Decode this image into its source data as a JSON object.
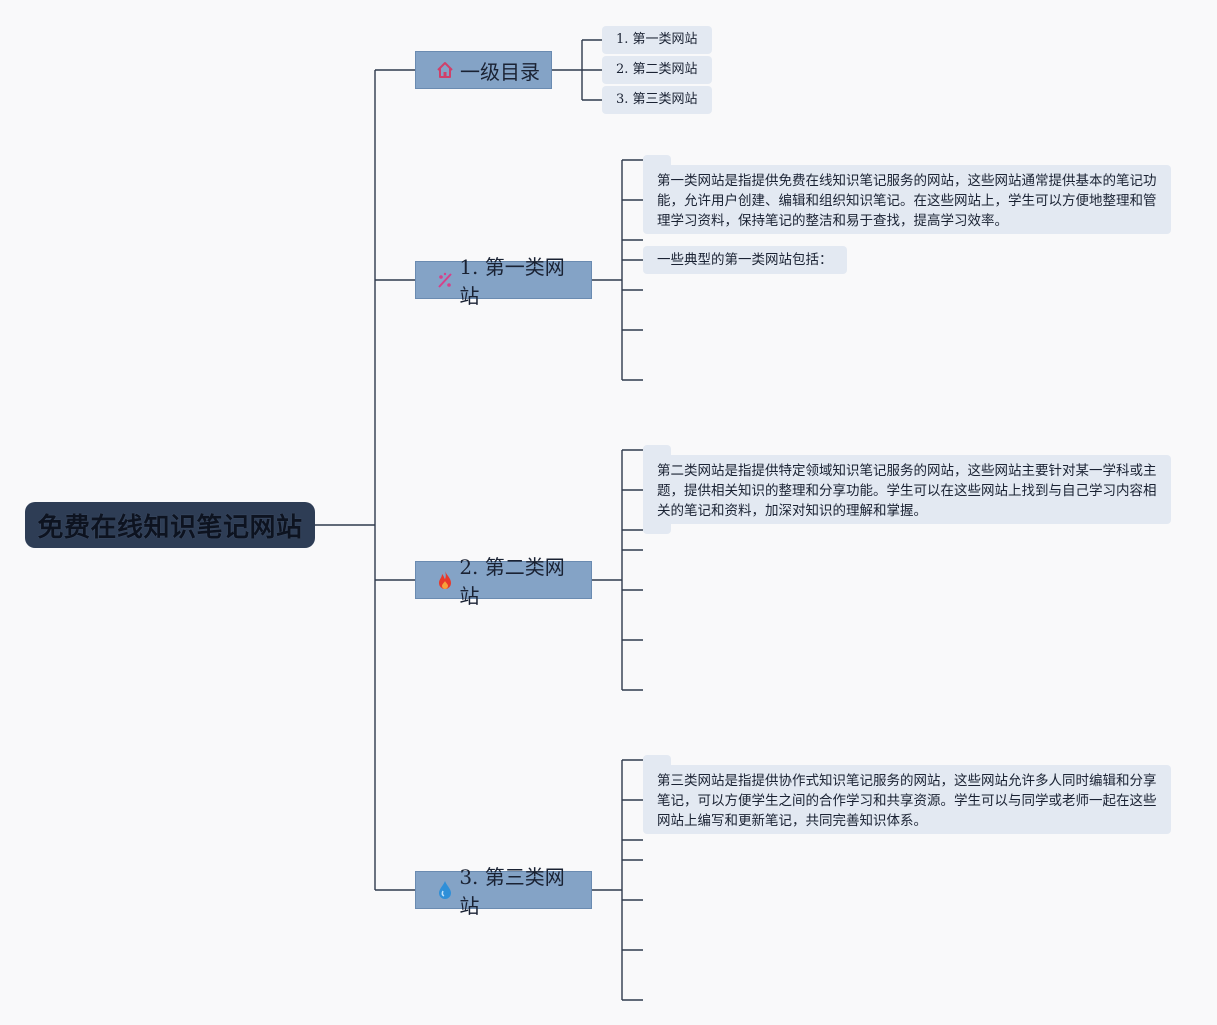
{
  "root": {
    "title": "免费在线知识笔记网站"
  },
  "toc": {
    "label": "一级目录",
    "icon": "home-icon",
    "items": [
      "1. 第一类网站",
      "2. 第二类网站",
      "3. 第三类网站"
    ]
  },
  "sections": [
    {
      "label": "1. 第一类网站",
      "icon": "sparkle-icon",
      "description": "第一类网站是指提供免费在线知识笔记服务的网站，这些网站通常提供基本的笔记功能，允许用户创建、编辑和组织知识笔记。在这些网站上，学生可以方便地整理和管理学习资料，保持笔记的整洁和易于查找，提高学习效率。",
      "sub": "一些典型的第一类网站包括："
    },
    {
      "label": "2. 第二类网站",
      "icon": "fire-icon",
      "description": "第二类网站是指提供特定领域知识笔记服务的网站，这些网站主要针对某一学科或主题，提供相关知识的整理和分享功能。学生可以在这些网站上找到与自己学习内容相关的笔记和资料，加深对知识的理解和掌握。"
    },
    {
      "label": "3. 第三类网站",
      "icon": "water-drop-icon",
      "description": "第三类网站是指提供协作式知识笔记服务的网站，这些网站允许多人同时编辑和分享笔记，可以方便学生之间的合作学习和共享资源。学生可以与同学或老师一起在这些网站上编写和更新笔记，共同完善知识体系。"
    }
  ],
  "colors": {
    "root_bg": "#2e3d55",
    "branch_bg": "#84a3c6",
    "leaf_bg": "#e3e9f2",
    "line": "#2f3a4d",
    "home_icon": "#d0406a",
    "sparkle_icon": "#d6408a",
    "fire_icon": "#e8392b",
    "water_icon": "#2f8fd8"
  }
}
